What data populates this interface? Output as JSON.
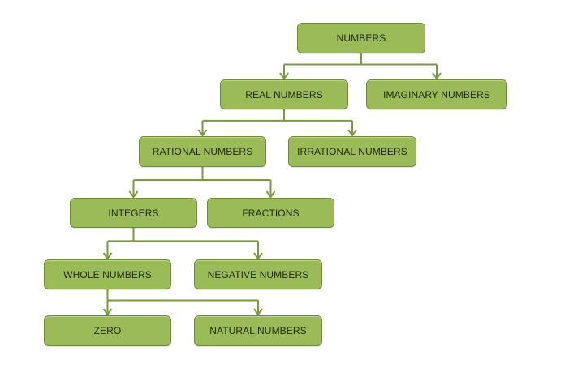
{
  "diagram": {
    "nodes": {
      "numbers": "NUMBERS",
      "real_numbers": "REAL NUMBERS",
      "imaginary_numbers": "IMAGINARY NUMBERS",
      "rational_numbers": "RATIONAL NUMBERS",
      "irrational_numbers": "IRRATIONAL NUMBERS",
      "integers": "INTEGERS",
      "fractions": "FRACTIONS",
      "whole_numbers": "WHOLE NUMBERS",
      "negative_numbers": "NEGATIVE NUMBERS",
      "zero": "ZERO",
      "natural_numbers": "NATURAL NUMBERS"
    },
    "edges": [
      {
        "from": "numbers",
        "to": [
          "real_numbers",
          "imaginary_numbers"
        ]
      },
      {
        "from": "real_numbers",
        "to": [
          "rational_numbers",
          "irrational_numbers"
        ]
      },
      {
        "from": "rational_numbers",
        "to": [
          "integers",
          "fractions"
        ]
      },
      {
        "from": "integers",
        "to": [
          "whole_numbers",
          "negative_numbers"
        ]
      },
      {
        "from": "whole_numbers",
        "to": [
          "zero",
          "natural_numbers"
        ]
      }
    ],
    "colors": {
      "node_fill": "#9bbb59",
      "node_border": "#6f8a3a",
      "connector": "#7a9a3e",
      "text": "#1e2a0c"
    }
  }
}
